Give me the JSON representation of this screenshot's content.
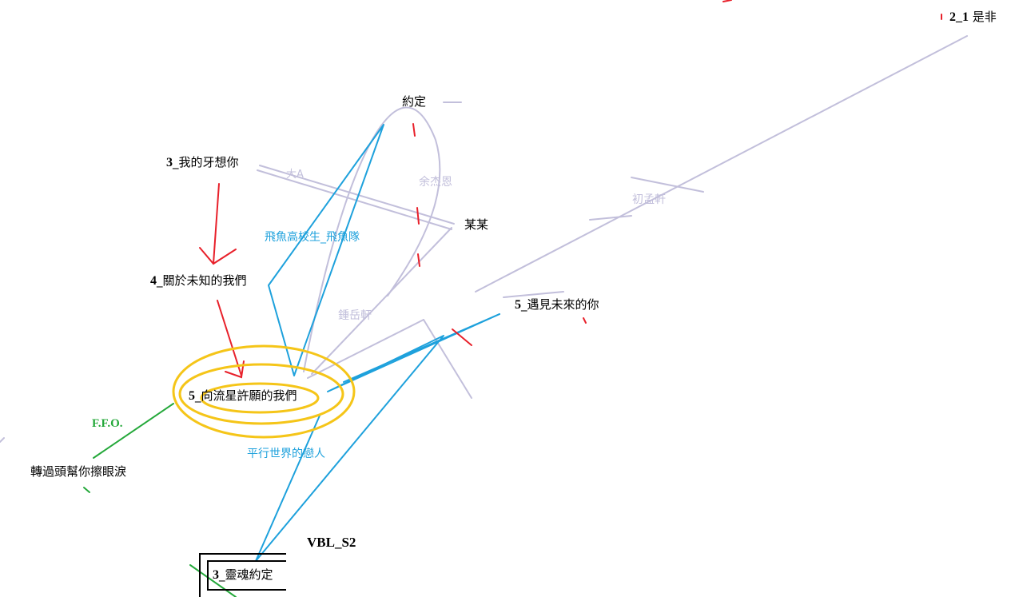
{
  "nodes": {
    "n_2_1": {
      "num": "2_1",
      "text": "是非"
    },
    "yueding": {
      "text": "約定"
    },
    "n_3_wo": {
      "num": "3",
      "text": "_我的牙想你"
    },
    "moumou": {
      "text": "某某"
    },
    "n_4": {
      "num": "4",
      "text": "_關於未知的我們"
    },
    "n_5_meet": {
      "num": "5",
      "text": "_遇見未來的你"
    },
    "n_5_wish": {
      "num": "5",
      "text": "_向流星許願的我們"
    },
    "zhuan": {
      "text": "轉過頭幫你擦眼淚"
    },
    "vbl": {
      "text": "VBL_S2"
    },
    "n_3_soul": {
      "num": "3",
      "text": "_靈魂約定"
    }
  },
  "edge_labels": {
    "feiyu": "飛魚高校生_飛魚隊",
    "pingxing": "平行世界的戀人",
    "ffo": "F.F.O.",
    "xuyuen": "余杰恩",
    "chumeng": "初孟軒",
    "zhongyue": "鍾岳軒",
    "small_a": "大A"
  },
  "colors": {
    "blue": "#1ea1dc",
    "lavender": "#c2bfdb",
    "red": "#e8202a",
    "gold": "#f5c518",
    "green": "#24a83a",
    "black": "#000000"
  }
}
